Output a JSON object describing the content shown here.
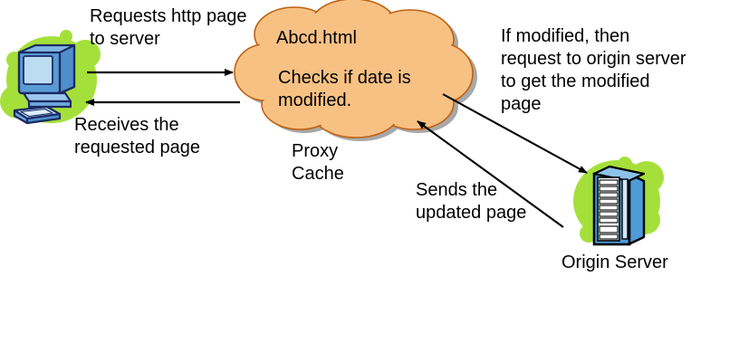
{
  "diagram": {
    "title": "Proxy Cache HTTP request flow",
    "background_color": "#FFFFFF",
    "colors": {
      "cloud_fill": "#F8C184",
      "cloud_stroke": "#C06010",
      "cloud_shadow": "#9A9A9A",
      "blob_green": "#A5E03A",
      "monitor_body": "#5B9BD5",
      "monitor_screen": "#BCDCF4",
      "monitor_outline": "#1B2A63",
      "server_body": "#4E9BD8",
      "server_panel": "#E8F2FB",
      "server_outline": "#000000",
      "arrow": "#000000",
      "text": "#000000"
    },
    "nodes": [
      {
        "id": "client",
        "icon": "desktop-computer-icon",
        "label": ""
      },
      {
        "id": "proxy",
        "icon": "cloud-shape",
        "label": "Proxy\nCache",
        "contents": {
          "file": "Abcd.html",
          "action_line1": "Checks if date is",
          "action_line2": "modified."
        }
      },
      {
        "id": "origin",
        "icon": "server-rack-icon",
        "label": "Origin Server"
      }
    ],
    "edges": [
      {
        "id": "client-to-proxy",
        "from": "client",
        "to": "proxy",
        "direction": "right",
        "label": "Requests http page\nto server"
      },
      {
        "id": "proxy-to-client",
        "from": "proxy",
        "to": "client",
        "direction": "left",
        "label": "Receives the\nrequested page"
      },
      {
        "id": "proxy-to-origin",
        "from": "proxy",
        "to": "origin",
        "direction": "down-right",
        "label": "If modified, then\nrequest to origin server\nto get the modified\npage"
      },
      {
        "id": "origin-to-proxy",
        "from": "origin",
        "to": "proxy",
        "direction": "up-left",
        "label": "Sends the\nupdated page"
      }
    ]
  },
  "labels": {
    "requests_http_line1": "Requests http page",
    "requests_http_line2": "to server",
    "receives_line1": "Receives the",
    "receives_line2": "requested page",
    "proxy_cache_line1": "Proxy",
    "proxy_cache_line2": "Cache",
    "if_modified_line1": "If modified, then",
    "if_modified_line2": "request to origin server",
    "if_modified_line3": "to get the modified",
    "if_modified_line4": "page",
    "sends_updated_line1": "Sends the",
    "sends_updated_line2": "updated page",
    "origin_server": "Origin Server",
    "cloud_file": "Abcd.html",
    "cloud_checks_line1": "Checks if date is",
    "cloud_checks_line2": "modified."
  }
}
